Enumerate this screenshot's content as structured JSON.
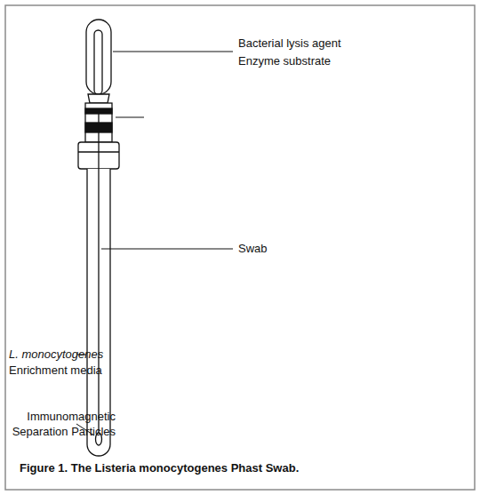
{
  "diagram": {
    "caption": "Figure 1. The Listeria monocytogenes Phast Swab.",
    "labels": [
      "Bacterial lysis agent",
      "Enzyme substrate",
      "Swab",
      "L. monocytogenes",
      "Enrichment media",
      "Immunomagnetic Separation Particles"
    ]
  }
}
